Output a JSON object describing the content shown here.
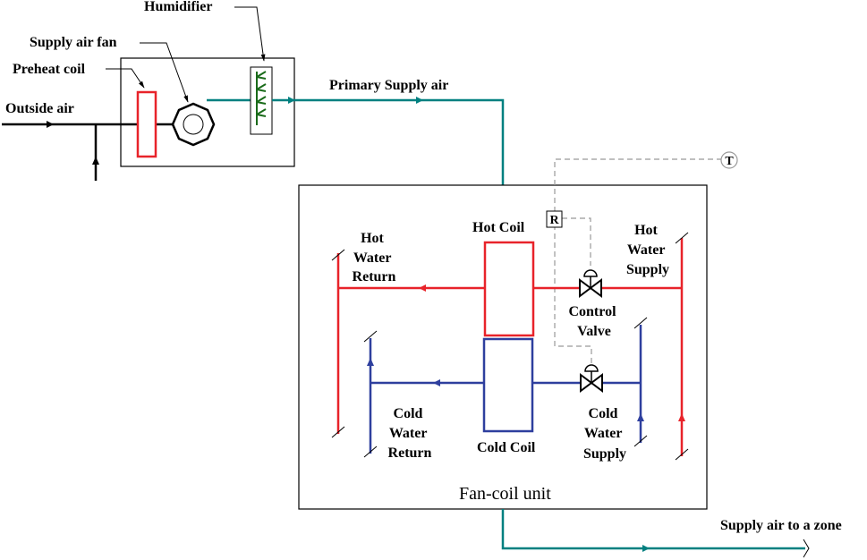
{
  "labels": {
    "humidifier": "Humidifier",
    "supply_air_fan": "Supply air fan",
    "preheat_coil": "Preheat coil",
    "outside_air": "Outside air",
    "primary_supply_air": "Primary Supply air",
    "hot_coil": "Hot Coil",
    "hot_water_return": [
      "Hot",
      "Water",
      "Return"
    ],
    "hot_water_supply": [
      "Hot",
      "Water",
      "Supply"
    ],
    "control_valve": [
      "Control",
      "Valve"
    ],
    "cold_water_return": [
      "Cold",
      "Water",
      "Return"
    ],
    "cold_coil": "Cold Coil",
    "cold_water_supply": [
      "Cold",
      "Water",
      "Supply"
    ],
    "fan_coil_unit": "Fan-coil unit",
    "supply_air_to_zone": "Supply air to a zone",
    "relay_tag": "R",
    "thermostat_tag": "T"
  },
  "colors": {
    "hot": "#e8232a",
    "cold": "#2e3f9e",
    "air": "#008080",
    "control": "#999999",
    "humidifier": "#1a6b1a",
    "line": "#000000"
  }
}
